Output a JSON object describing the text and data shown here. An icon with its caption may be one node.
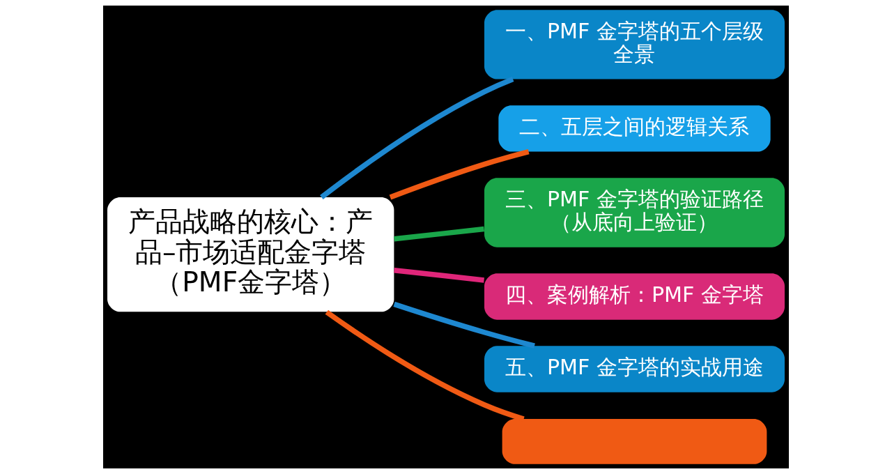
{
  "diagram": {
    "nodes": [
      {
        "text": [
          "产品战略的核心：产品–市场适配金字塔（PMF金字塔）"
        ]
      },
      {
        "text": [
          "一、PMF 金字塔的五个层级全景"
        ]
      },
      {
        "text": [
          "二、五层之间的逻辑关系"
        ]
      },
      {
        "text": [
          "三、PMF 金字塔的验证路径（从底向上验证）"
        ]
      },
      {
        "text": [
          "四、案例解析：PMF 金字塔"
        ]
      },
      {
        "text": [
          "五、PMF 金字塔的实战用途"
        ]
      },
      {
        "text": [],
        "shape": "box"
      }
    ],
    "edges": [
      {
        "from": 0,
        "to": 1,
        "arrow": "none",
        "color": "#1e88d0"
      },
      {
        "from": 0,
        "to": 2,
        "arrow": "none",
        "color": "#f05a14"
      },
      {
        "from": 0,
        "to": 3,
        "arrow": "none",
        "color": "#1aa64a"
      },
      {
        "from": 0,
        "to": 4,
        "arrow": "none",
        "color": "#e0267a"
      },
      {
        "from": 0,
        "to": 5,
        "arrow": "none",
        "color": "#1e88d0"
      },
      {
        "from": 0,
        "to": 6,
        "arrow": "none",
        "color": "#f05a14"
      }
    ]
  }
}
